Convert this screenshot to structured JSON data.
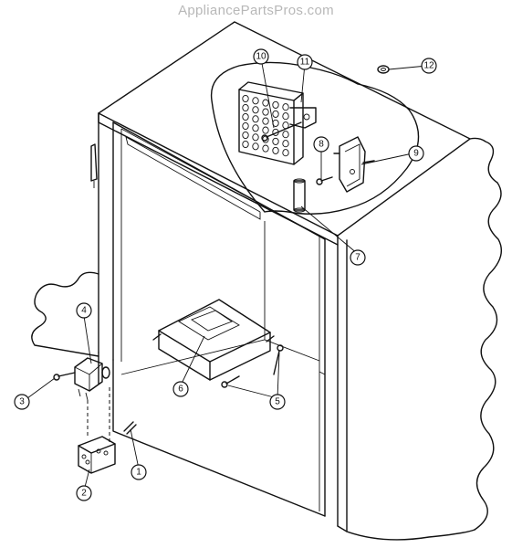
{
  "watermark": "AppliancePartsPros.com",
  "callouts": {
    "c1": "1",
    "c2": "2",
    "c3": "3",
    "c4": "4",
    "c5": "5",
    "c6": "6",
    "c7": "7",
    "c8": "8",
    "c9": "9",
    "c10": "10",
    "c11": "11",
    "c12": "12"
  }
}
